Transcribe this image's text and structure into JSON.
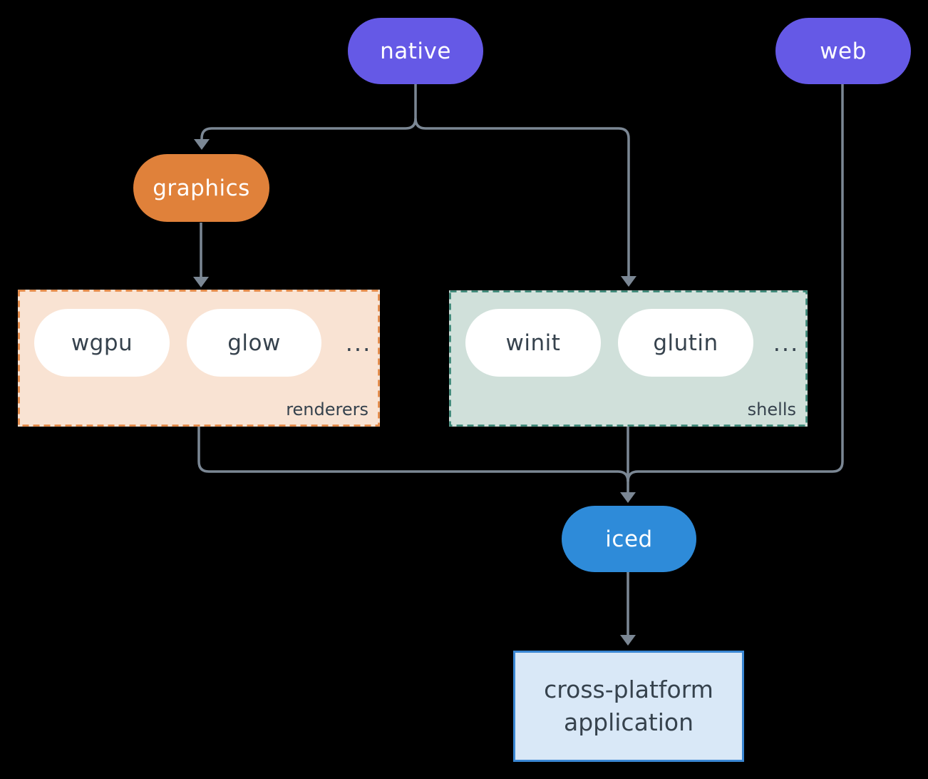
{
  "nodes": {
    "native": {
      "label": "native"
    },
    "web": {
      "label": "web"
    },
    "graphics": {
      "label": "graphics"
    },
    "iced": {
      "label": "iced"
    },
    "application": {
      "lines": [
        "cross-platform",
        "application"
      ]
    }
  },
  "groups": {
    "renderers": {
      "label": "renderers",
      "items": [
        "wgpu",
        "glow"
      ],
      "ellipsis": "..."
    },
    "shells": {
      "label": "shells",
      "items": [
        "winit",
        "glutin"
      ],
      "ellipsis": "..."
    }
  },
  "colors": {
    "background": "#000000",
    "node-purple": "#6559e6",
    "node-orange": "#e0813a",
    "node-blue": "#2e8bd9",
    "pill-white": "#ffffff",
    "text-light": "#ffffff",
    "text-dark": "#36424d",
    "renderers-fill": "#f9e3d3",
    "renderers-border": "#e2813b",
    "shells-fill": "#d0e0da",
    "shells-border": "#30806f",
    "app-fill": "#d9e8f7",
    "app-border": "#3a87d3",
    "connector": "#7b8794"
  }
}
